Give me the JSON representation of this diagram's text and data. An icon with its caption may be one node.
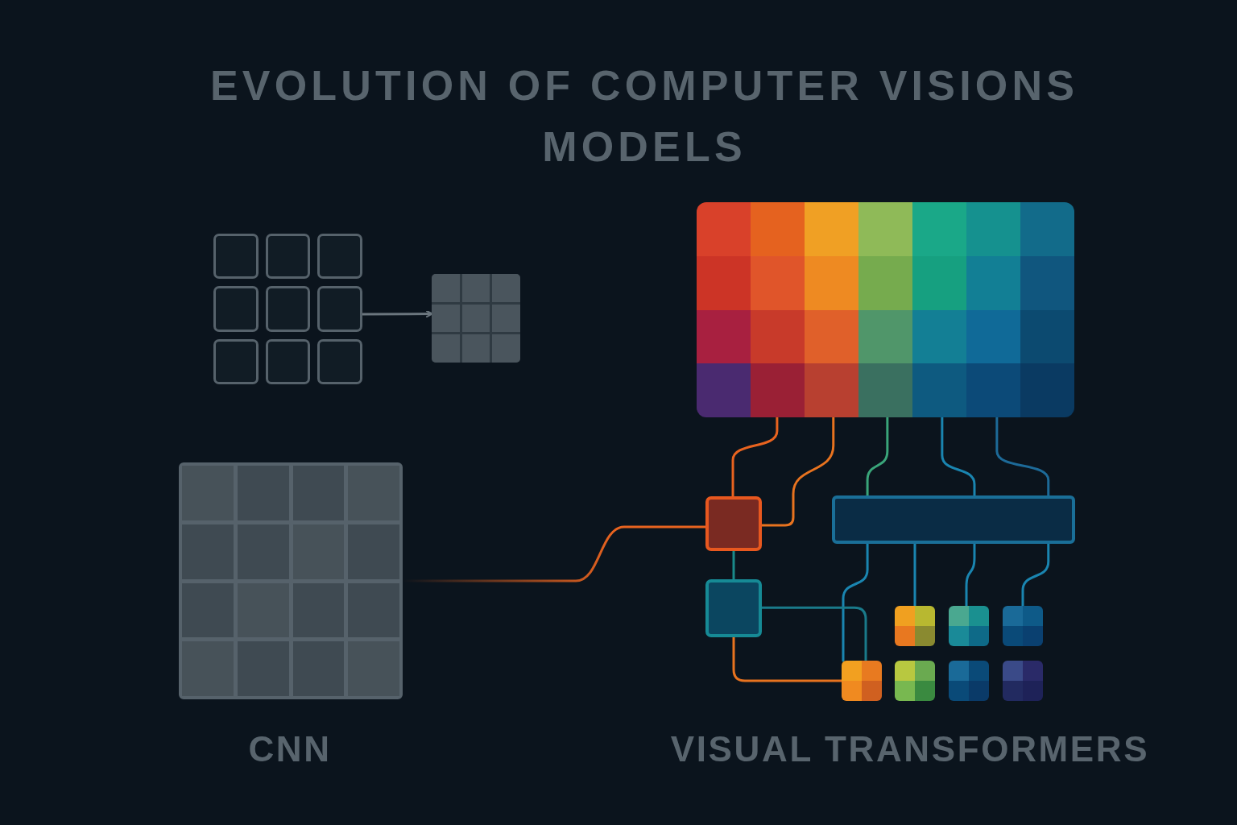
{
  "diagram": {
    "title": "EVOLUTION OF COMPUTER VISIONS MODELS",
    "nodes": [
      {
        "text": [],
        "shape": "picture"
      },
      {
        "text": [],
        "shape": "picture"
      },
      {
        "text": [],
        "shape": "picture"
      },
      {
        "text": [],
        "shape": "box"
      },
      {
        "text": [],
        "shape": "picture"
      },
      {
        "text": [],
        "shape": "bar"
      },
      {
        "text": [],
        "shape": "box"
      },
      {
        "text": [],
        "shape": "box"
      },
      {
        "text": [],
        "shape": "box"
      },
      {
        "text": [],
        "shape": "box"
      },
      {
        "text": [],
        "shape": "box"
      },
      {
        "text": [],
        "shape": "box"
      },
      {
        "text": [],
        "shape": "box"
      },
      {
        "text": [],
        "shape": "box"
      }
    ],
    "edges": [
      {
        "from": 0,
        "to": 1,
        "arrow": "to",
        "color": "#6b767e"
      },
      {
        "from": 2,
        "to": 3,
        "arrow": "none",
        "color": "#e8631f"
      },
      {
        "from": 4,
        "to": 3,
        "arrow": "none",
        "color": "#e8631f"
      },
      {
        "from": 4,
        "to": 3,
        "arrow": "none",
        "color": "#e8731f"
      },
      {
        "from": 4,
        "to": 5,
        "arrow": "none",
        "color": "#3aa57a"
      },
      {
        "from": 4,
        "to": 5,
        "arrow": "none"
      },
      {
        "from": 4,
        "to": 5,
        "arrow": "none",
        "color": "#1d6a98"
      },
      {
        "from": 3,
        "to": 6,
        "arrow": "none",
        "color": "#1a8a8a"
      },
      {
        "from": 5,
        "to": 10,
        "arrow": "none"
      },
      {
        "from": 5,
        "to": 7,
        "arrow": "none"
      },
      {
        "from": 5,
        "to": 8,
        "arrow": "none"
      },
      {
        "from": 5,
        "to": 9,
        "arrow": "none"
      },
      {
        "from": 6,
        "to": 10,
        "arrow": "none",
        "color": "#1a7a8a"
      },
      {
        "from": 6,
        "to": 10,
        "arrow": "none",
        "color": "#e8731f"
      }
    ],
    "labels": [
      "CNN",
      "VISUAL TRANSFORMERS"
    ]
  }
}
